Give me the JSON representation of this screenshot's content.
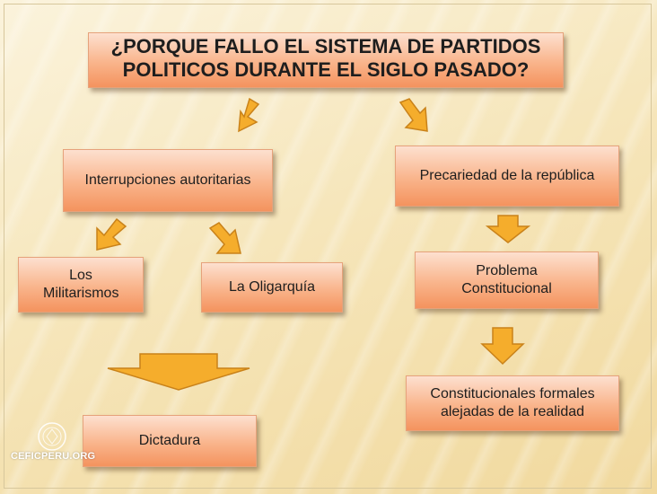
{
  "diagram": {
    "title": "¿PORQUE FALLO EL SISTEMA DE PARTIDOS POLITICOS DURANTE EL SIGLO PASADO?",
    "nodes": {
      "interrupciones": "Interrupciones autoritarias",
      "precariedad": "Precariedad de la república",
      "militarismos": "Los Militarismos",
      "oligarquia": "La Oligarquía",
      "problema": "Problema Constitucional",
      "constitucionales": "Constitucionales formales alejadas de la realidad",
      "dictadura": "Dictadura"
    }
  },
  "watermark": {
    "text": "CEFICPERU.ORG"
  },
  "colors": {
    "box_fill_top": "#fde0cf",
    "box_fill_bottom": "#f4935e",
    "arrow_fill": "#f5ad2c",
    "arrow_stroke": "#c9821a"
  }
}
